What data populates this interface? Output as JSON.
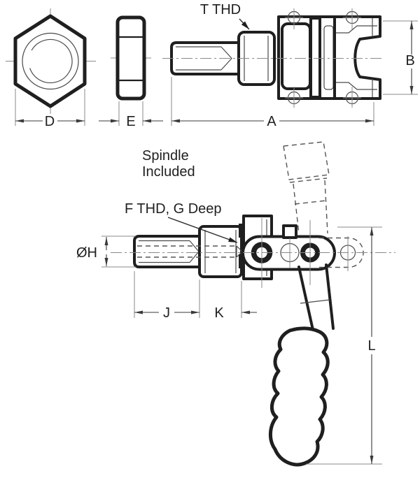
{
  "drawing": {
    "note_line1": "Spindle",
    "note_line2": "Included",
    "callout_t": "T THD",
    "callout_f": "F THD, G Deep",
    "dim_a": "A",
    "dim_b": "B",
    "dim_d": "D",
    "dim_e": "E",
    "dim_h": "ØH",
    "dim_j": "J",
    "dim_k": "K",
    "dim_l": "L"
  },
  "colors": {
    "outline": "#1f1f1f",
    "thin_line": "#4a4a4a",
    "aux_line": "#8a8a8a",
    "phantom_line": "#555555",
    "background": "#ffffff"
  }
}
